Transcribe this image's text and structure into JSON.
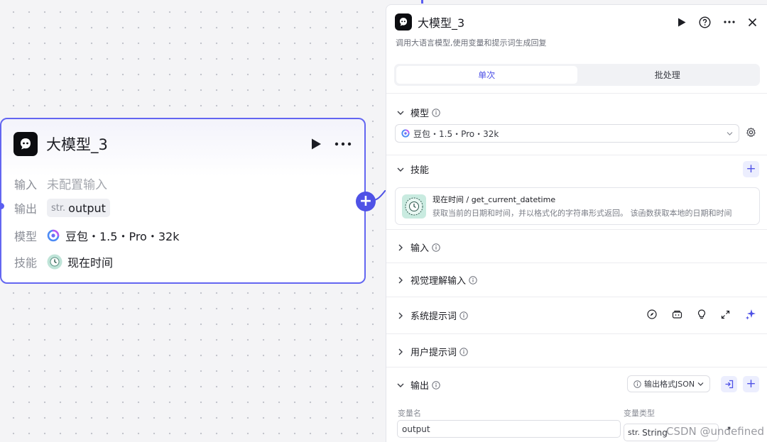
{
  "canvas": {
    "node": {
      "title": "大模型_3",
      "rows": {
        "input": {
          "label": "输入",
          "value": "未配置输入"
        },
        "output": {
          "label": "输出",
          "type": "str.",
          "value": "output"
        },
        "model": {
          "label": "模型",
          "value": "豆包・1.5・Pro・32k"
        },
        "skill": {
          "label": "技能",
          "value": "现在时间"
        }
      }
    },
    "add_port_symbol": "+"
  },
  "panel": {
    "title": "大模型_3",
    "description": "调用大语言模型,使用变量和提示词生成回复",
    "tabs": [
      {
        "label": "单次",
        "active": true
      },
      {
        "label": "批处理",
        "active": false
      }
    ],
    "sections": {
      "model": {
        "label": "模型",
        "selected": "豆包・1.5・Pro・32k"
      },
      "skills": {
        "label": "技能",
        "add_symbol": "+",
        "items": [
          {
            "name": "现在时间 / get_current_datetime",
            "description": "获取当前的日期和时间，并以格式化的字符串形式返回。 该函数获取本地的日期和时间"
          }
        ]
      },
      "input": {
        "label": "输入"
      },
      "visual_input": {
        "label": "视觉理解输入"
      },
      "system_prompt": {
        "label": "系统提示词"
      },
      "user_prompt": {
        "label": "用户提示词"
      },
      "output": {
        "label": "输出",
        "format_button": "输出格式JSON",
        "add_symbol": "+",
        "col_name": "变量名",
        "col_type": "变量类型",
        "fields": [
          {
            "name": "output",
            "type_prefix": "str.",
            "type": "String"
          }
        ]
      }
    }
  },
  "watermark": "CSDN @undefined",
  "colors": {
    "accent": "#4f52e6",
    "node_border": "#6366f1",
    "skill_icon_bg": "#c9ebe0"
  }
}
